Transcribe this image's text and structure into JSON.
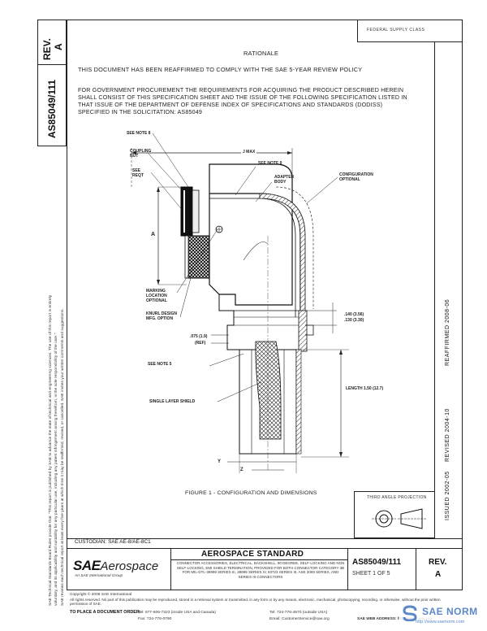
{
  "left_margin": {
    "line1": "SAE Technical Standards Board Rules provide that: \"This report is published by SAE to advance the state of technical and engineering sciences. The use of this report is entirely",
    "line2": "voluntary, and its applicability and suitability for any particular use, including any patent infringement arising therefrom, is the sole responsibility of the user.\"",
    "line3": "SAE reviews each technical report at least every five years at which time it may be reaffirmed, revised, or cancelled. SAE invites your written comments and suggestions."
  },
  "rev_box": {
    "label": "REV.",
    "value": "A"
  },
  "doc_number_vertical": "AS85049/111",
  "top_right_note": "FEDERAL SUPPLY CLASS",
  "rationale": {
    "title": "RATIONALE",
    "text": "THIS DOCUMENT HAS BEEN REAFFIRMED TO COMPLY WITH THE SAE 5-YEAR REVIEW POLICY"
  },
  "procurement": {
    "line1": "FOR GOVERNMENT PROCUREMENT THE REQUIREMENTS FOR ACQUIRING THE PRODUCT DESCRIBED HEREIN",
    "line2": "SHALL CONSIST OF THIS SPECIFICATION SHEET AND THE ISSUE OF THE FOLLOWING SPECIFICATION LISTED IN",
    "line3": "THAT ISSUE OF THE DEPARTMENT OF DEFENSE INDEX OF SPECIFICATIONS AND STANDARDS (DODISS)",
    "line4": "SPECIFIED IN THE SOLICITATION: AS85049"
  },
  "figure": {
    "callouts": {
      "see_note_8": "SEE NOTE 8",
      "coupling_nut": "COUPLING NUT",
      "see_reqt": "SEE REQT",
      "j_max": "J MAX",
      "see_note_9": "SEE NOTE 9",
      "adapter_body": "ADAPTER BODY",
      "configuration_optional": "CONFIGURATION OPTIONAL",
      "a": "A",
      "marking_location": "MARKING LOCATION OPTIONAL",
      "knurl_design": "KNURL DESIGN MFG. OPTION",
      "dim_140": ".140 (3.56)",
      "dim_130": ".130 (3.30)",
      "dim_075": ".075 (1.9)",
      "dim_075_ref": "(REF)",
      "see_note_5": "SEE NOTE 5",
      "length": "LENGTH 1.50 (12.7)",
      "single_layer_shield": "SINGLE LAYER SHIELD",
      "y": "Y",
      "z": "Z"
    },
    "caption": "FIGURE 1 - CONFIGURATION AND DIMENSIONS"
  },
  "right_vertical": {
    "issued": "ISSUED 2002-05",
    "revised": "REVISED 2004-10",
    "reaffirmed": "REAFFIRMED 2008-06"
  },
  "projection": {
    "title": "THIRD ANGLE PROJECTION"
  },
  "custodian": "CUSTODIAN: SAE AE-8/AE-8C1",
  "title_block": {
    "logo_sae": "SAE",
    "logo_aero": "Aerospace",
    "logo_sub": "An SAE International Group",
    "standard": "AEROSPACE STANDARD",
    "description": "CONNECTOR ACCESSORIES, ELECTRICAL, BACKSHELL, 90 DEGREE, SELF-LOCKING AND NON SELF-LOCKING, EMI SHIELD TERMINATION, PROVIDED FOR BOTH CONNECTOR CATEGORY 3B FOR MIL-DTL-38999 SERIES III, 38999 SERIES IV, 83723 SERIES III, ASE 3069 SERIES, AND SERIES III CONNECTORS",
    "doc_number": "AS85049/111",
    "sheet": "SHEET 1 OF 5",
    "rev_label": "REV.",
    "rev_value": "A"
  },
  "footer": {
    "copyright": "Copyright © 2008 SAE International",
    "rights": "All rights reserved. No part of this publication may be reproduced, stored in a retrieval system or transmitted, in any form or by any means, electronic, mechanical, photocopying, recording, or otherwise, without the prior written permission of SAE.",
    "order_label": "TO PLACE A DOCUMENT ORDER:",
    "tel1": "Tel: 877-606-7323 (inside USA and Canada)",
    "tel2": "Tel: 724-776-4970 (outside USA)",
    "fax": "Fax: 724-776-0790",
    "email": "Email: CustomerService@sae.org",
    "web": "SAE WEB ADDRESS: http://www.sae.org"
  },
  "watermark": {
    "text": "SAE NORM",
    "url": "http://www.saenorm.com"
  }
}
